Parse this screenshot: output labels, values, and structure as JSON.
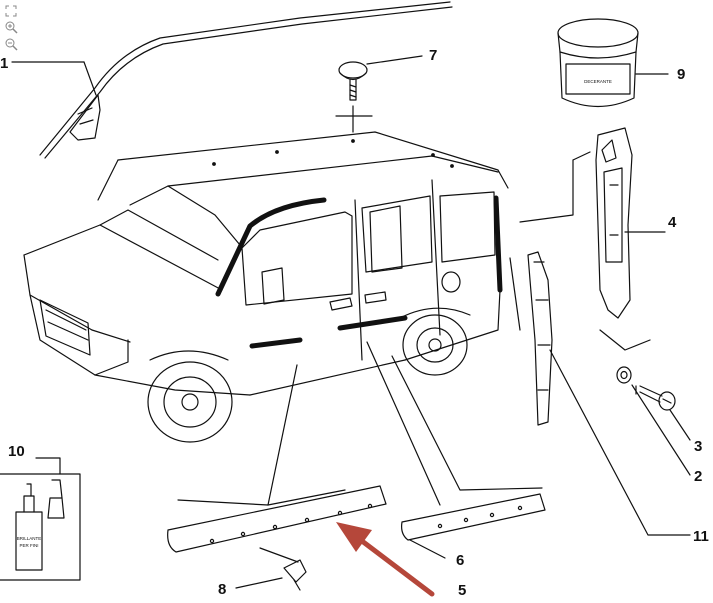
{
  "toolbar": {
    "tools": [
      {
        "name": "fit-page-icon",
        "title": "fit"
      },
      {
        "name": "zoom-in-icon",
        "title": "zoom in"
      },
      {
        "name": "zoom-out-icon",
        "title": "zoom out"
      }
    ]
  },
  "callouts": {
    "c1": "1",
    "c2": "2",
    "c3": "3",
    "c4": "4",
    "c5": "5",
    "c6": "6",
    "c7": "7",
    "c8": "8",
    "c9": "9",
    "c10": "10",
    "c11": "11"
  },
  "labels": {
    "jar_label": "DECERANTE",
    "bottle_label_line1": "BRILLANTE",
    "bottle_label_line2": "PER FINI"
  },
  "colors": {
    "line": "#111111",
    "arrow": "#b5473a",
    "background": "#ffffff"
  }
}
